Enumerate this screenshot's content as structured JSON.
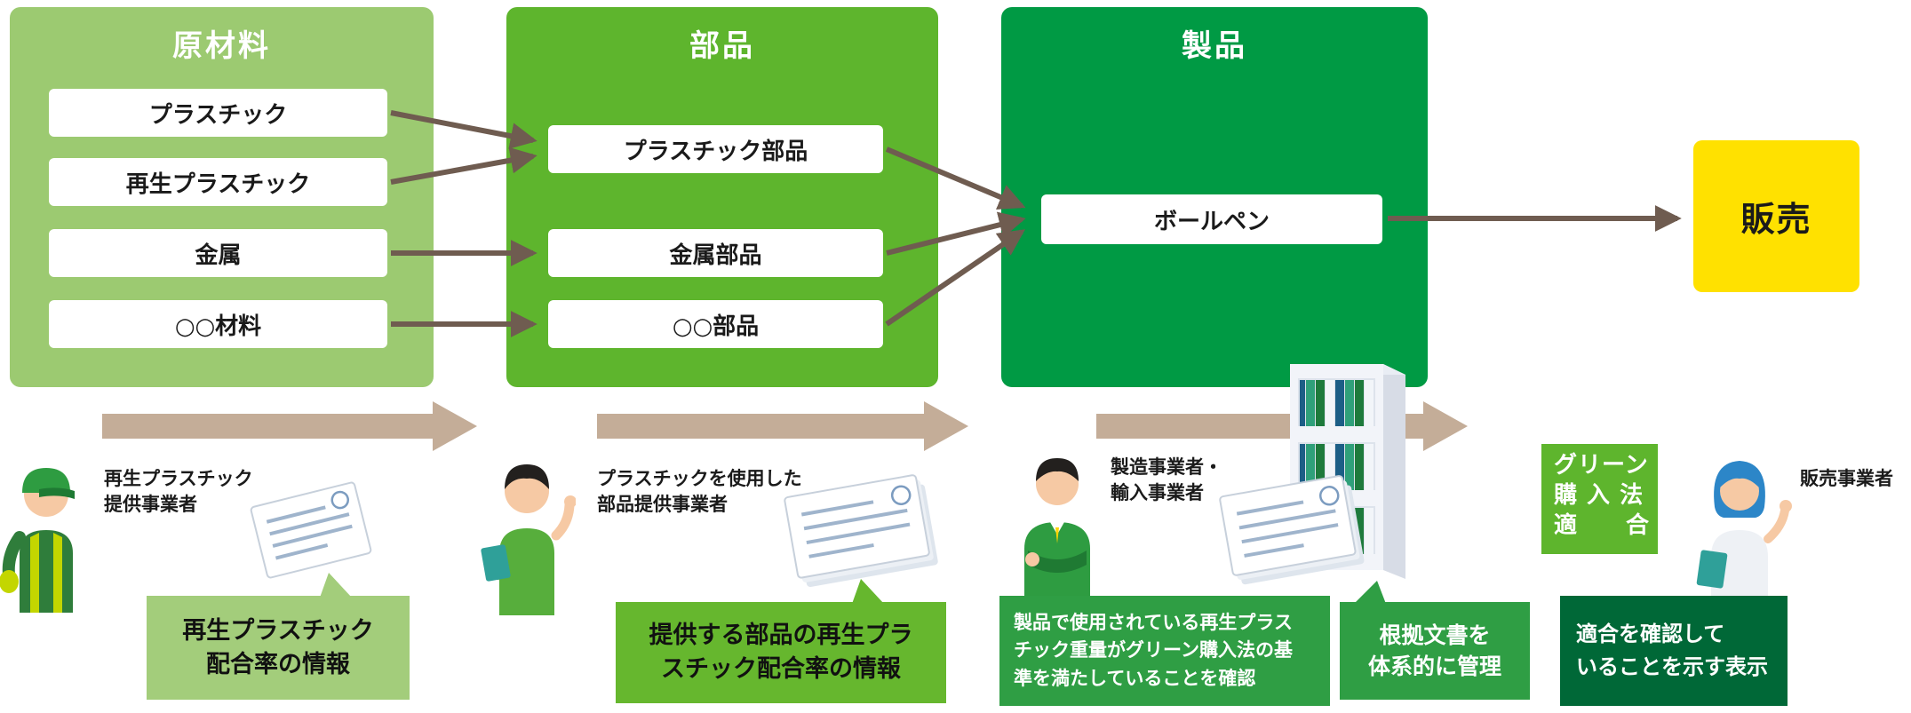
{
  "stages": [
    {
      "title": "原材料",
      "items": [
        "プラスチック",
        "再生プラスチック",
        "金属",
        "○○材料"
      ]
    },
    {
      "title": "部品",
      "items": [
        "プラスチック部品",
        "金属部品",
        "○○部品"
      ]
    },
    {
      "title": "製品",
      "items": [
        "ボールペン"
      ]
    }
  ],
  "sale": {
    "label": "販売"
  },
  "actors": [
    {
      "label": "再生プラスチック\n提供事業者"
    },
    {
      "label": "プラスチックを使用した\n部品提供事業者"
    },
    {
      "label": "製造事業者・\n輸入事業者"
    },
    {
      "label": "販売事業者"
    }
  ],
  "bubbles": [
    {
      "text": "再生プラスチック\n配合率の情報"
    },
    {
      "text": "提供する部品の再生プラ\nスチック配合率の情報"
    },
    {
      "text": "製品で使用されている再生プラス\nチック重量がグリーン購入法の基\n準を満たしていることを確認"
    },
    {
      "text": "根拠文書を\n体系的に管理"
    },
    {
      "text": "適合を確認して\nいることを示す表示"
    }
  ],
  "badge": {
    "text": "グリーン\n購 入 法\n適　　合"
  },
  "colors": {
    "stage_materials": "#9CCA71",
    "stage_parts": "#5EB52D",
    "stage_products": "#009A44",
    "sale_bg": "#FFE100",
    "flow_arrow": "#6F5C50",
    "stage_arrow": "#C4AD98",
    "bubble1_bg": "#A3CD7B",
    "bubble2_bg": "#66B72E",
    "bubble3_bg": "#2F9E44",
    "bubble4_bg": "#2F9E44",
    "bubble5_bg": "#006837",
    "badge_bg": "#5EB52D"
  }
}
